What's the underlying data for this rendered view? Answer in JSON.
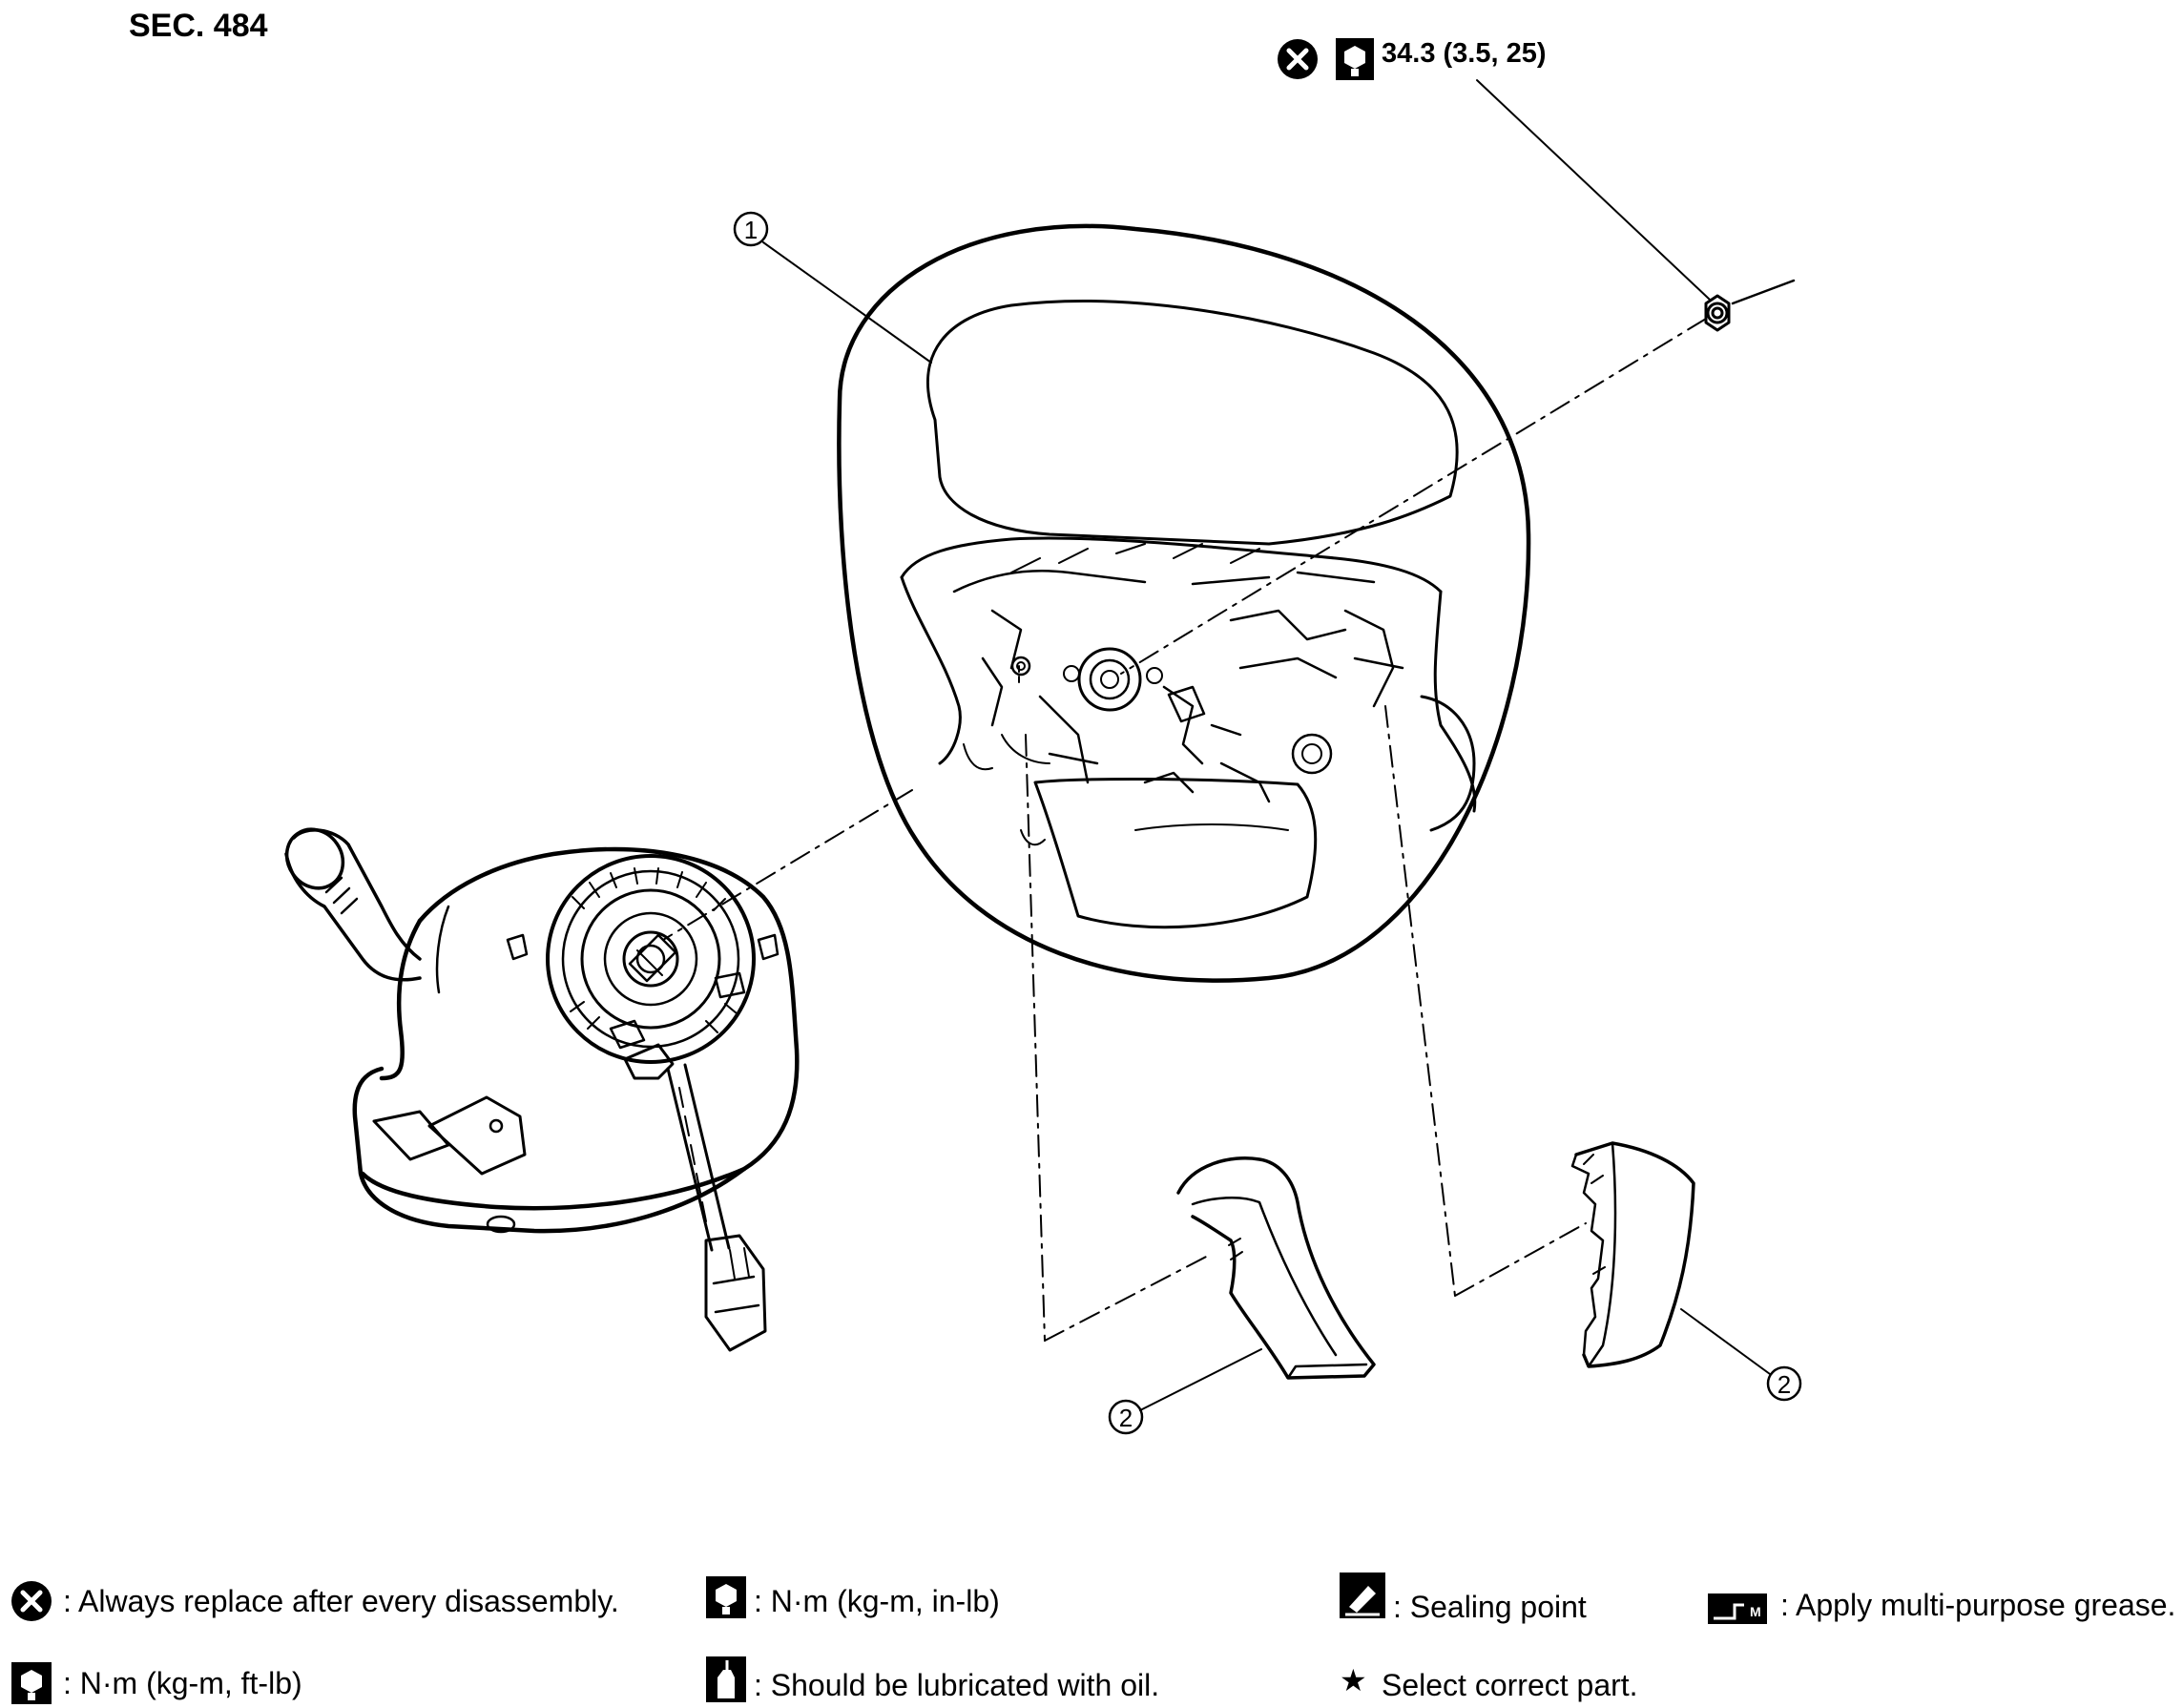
{
  "section": "SEC. 484",
  "torque_spec": "34.3 (3.5, 25)",
  "callouts": {
    "steering_wheel": "1",
    "finisher_left": "2",
    "finisher_right": "2"
  },
  "legend": {
    "always_replace": ": Always replace after every disassembly.",
    "nm_ft_lb": ": N·m (kg-m, ft-lb)",
    "nm_in_lb": ": N·m (kg-m, in-lb)",
    "lubricated_oil": ": Should be lubricated with oil.",
    "sealing_point": ": Sealing point",
    "select_part": "Select correct part.",
    "grease": ": Apply multi-purpose grease."
  },
  "icons": {
    "replace": "circle-x-icon",
    "torque": "socket-wrench-icon",
    "oil": "oil-can-icon",
    "sealing": "sealant-tube-icon",
    "star": "star-icon",
    "grease": "grease-icon"
  }
}
